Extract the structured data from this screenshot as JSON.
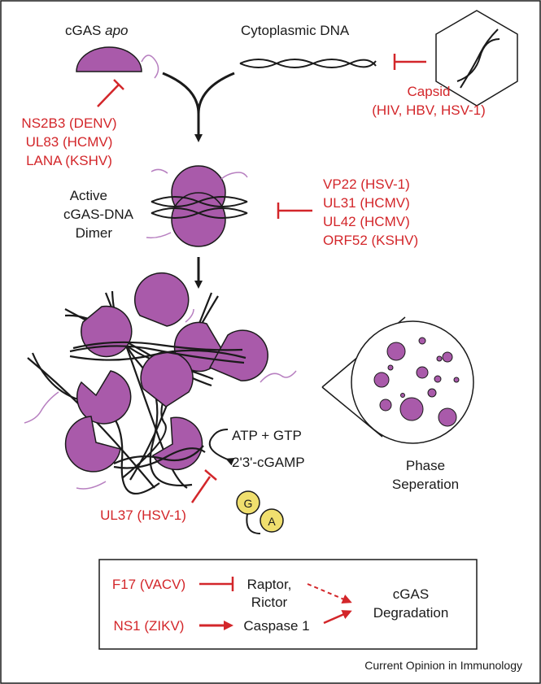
{
  "top": {
    "cgas_label": "cGAS",
    "cgas_label_italic": "apo",
    "dna_label": "Cytoplasmic DNA"
  },
  "inhibitors": {
    "capsid": [
      "Capsid",
      "(HIV, HBV, HSV-1)"
    ],
    "apo": [
      "NS2B3 (DENV)",
      "UL83 (HCMV)",
      "LANA (KSHV)"
    ],
    "dimer": [
      "VP22 (HSV-1)",
      "UL31 (HCMV)",
      "UL42 (HCMV)",
      "ORF52 (KSHV)"
    ],
    "ul37": "UL37 (HSV-1)"
  },
  "dimer_label": [
    "Active",
    "cGAS-DNA",
    "Dimer"
  ],
  "reaction": {
    "substrate": "ATP + GTP",
    "product": "2'3'-cGAMP",
    "g": "G",
    "a": "A"
  },
  "phase_label": [
    "Phase",
    "Seperation"
  ],
  "degradation_box": {
    "f17": "F17 (VACV)",
    "ns1": "NS1 (ZIKV)",
    "raptor": [
      "Raptor,",
      "Rictor"
    ],
    "caspase": "Caspase 1",
    "outcome": [
      "cGAS",
      "Degradation"
    ]
  },
  "footer": "Current Opinion in Immunology",
  "colors": {
    "cgas": "#a95aaa",
    "inhibitor": "#d3262a",
    "cgamp": "#f0df6e",
    "frame": "#1a1a1a"
  }
}
